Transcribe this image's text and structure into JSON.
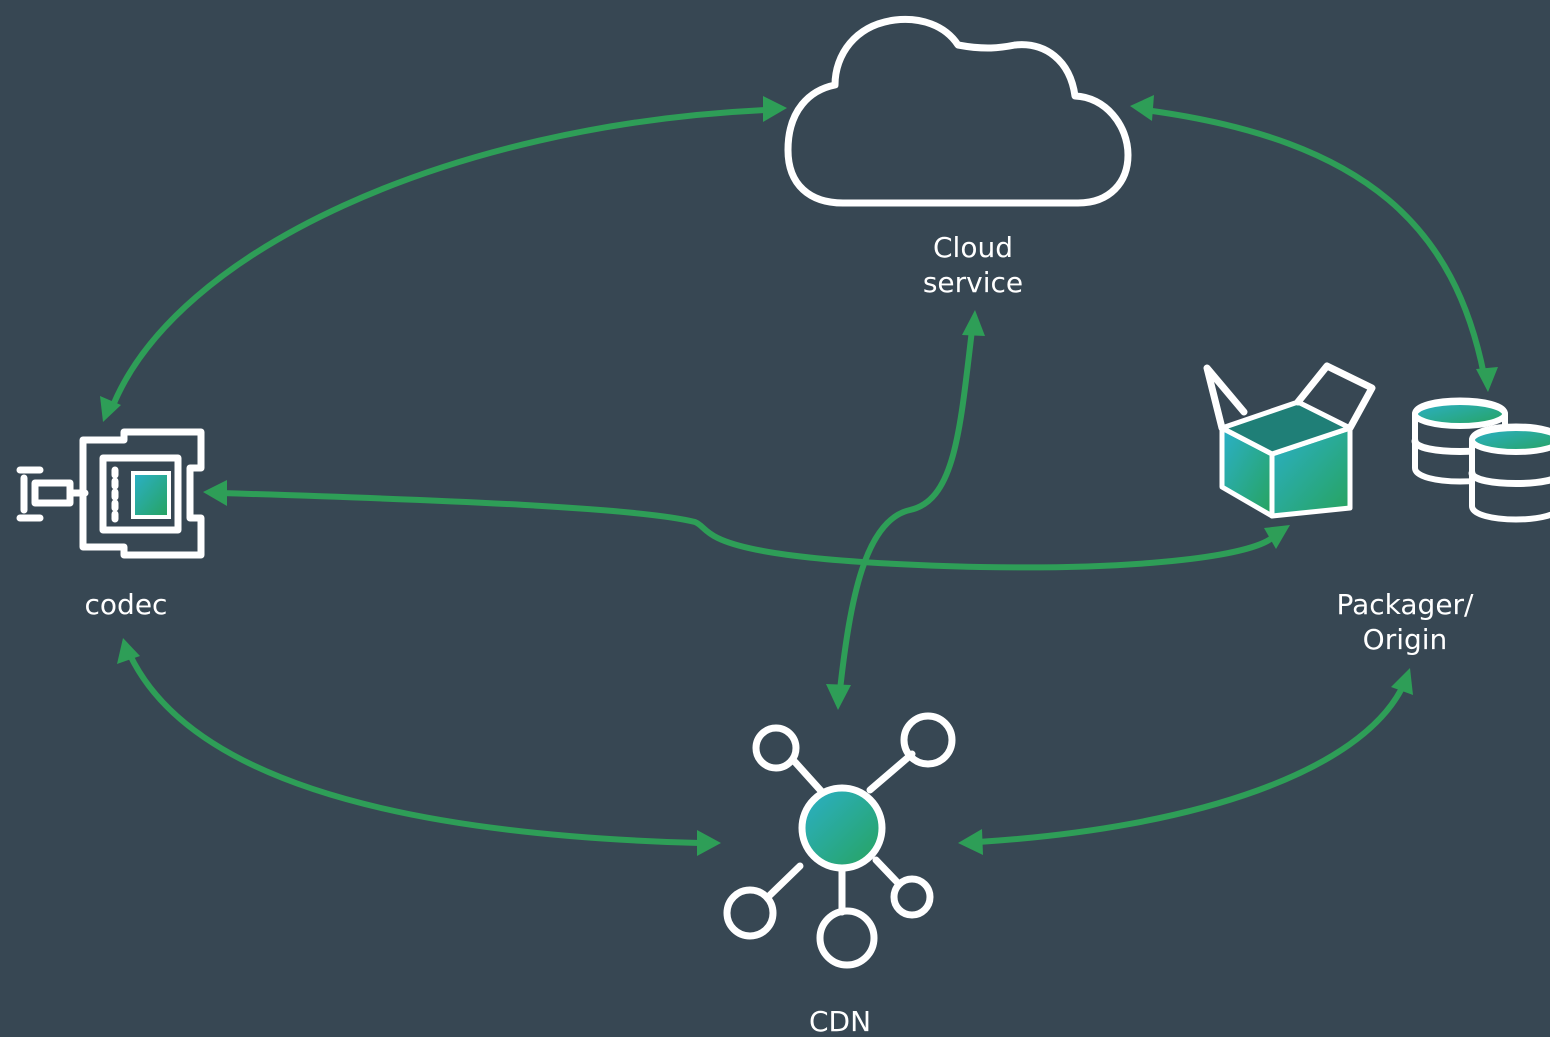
{
  "nodes": {
    "cloud": {
      "line1": "Cloud",
      "line2": "service",
      "icon": "cloud-icon"
    },
    "codec": {
      "label": "codec",
      "icon": "encoder-chip-icon"
    },
    "packager": {
      "line1": "Packager/",
      "line2": "Origin",
      "icon": "box-and-database-icon"
    },
    "cdn": {
      "label": "CDN",
      "icon": "network-hub-icon"
    }
  },
  "colors": {
    "background": "#374753",
    "arrow": "#2e9e57",
    "icon_stroke": "#ffffff",
    "gradient_start": "#2bb0c9",
    "gradient_end": "#27a35d"
  },
  "connections": [
    {
      "from": "codec",
      "to": "cloud",
      "direction": "bidirectional"
    },
    {
      "from": "cloud",
      "to": "packager",
      "direction": "bidirectional"
    },
    {
      "from": "codec",
      "to": "packager",
      "direction": "bidirectional"
    },
    {
      "from": "cloud",
      "to": "cdn",
      "direction": "bidirectional"
    },
    {
      "from": "codec",
      "to": "cdn",
      "direction": "bidirectional"
    },
    {
      "from": "cdn",
      "to": "packager",
      "direction": "bidirectional"
    }
  ]
}
